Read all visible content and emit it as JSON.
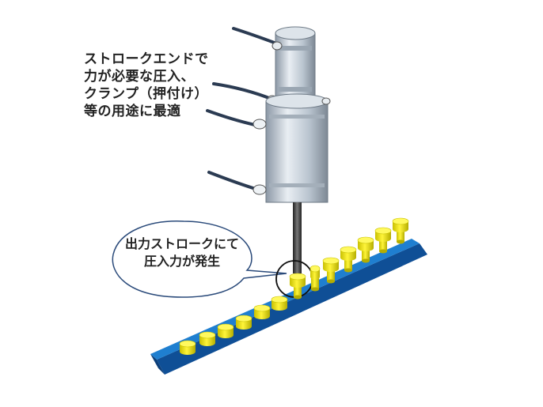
{
  "caption": {
    "lines": [
      "ストロークエンドで",
      "力が必要な圧入、",
      "クランプ（押付け）",
      "等の用途に最適"
    ]
  },
  "callout": {
    "lines": [
      "出力ストロークにて",
      "圧入力が発生"
    ]
  },
  "colors": {
    "base_top": "#1f7fd0",
    "base_side": "#0f4f96",
    "pin": "#e8e000",
    "pin_dark": "#b8b000",
    "cylinder": "#c9d3dc",
    "rod": "#3a3a3a",
    "bubble_stroke": "#2a4a7a"
  },
  "icons": [
    "pressfit-cylinder-illustration",
    "speech-bubble",
    "press-point-circle"
  ]
}
